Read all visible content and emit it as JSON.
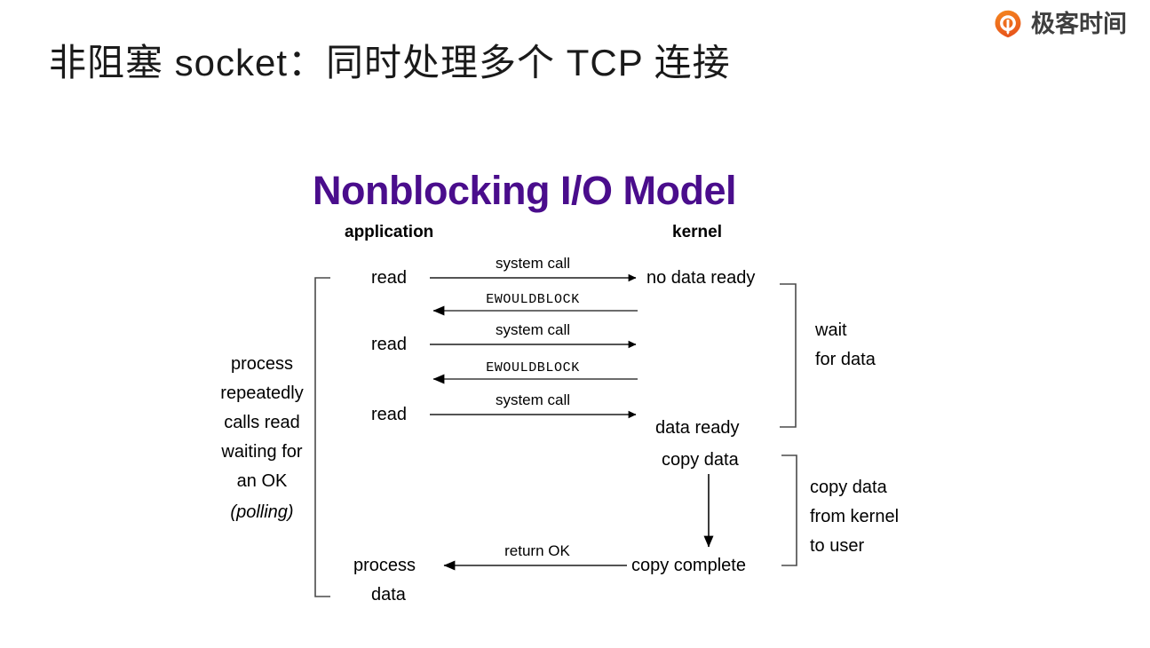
{
  "brand": {
    "mark_icon": "geekbang-logo-icon",
    "name": "极客时间",
    "accent_color": "#ee6a23",
    "text_color": "#3f3f3f"
  },
  "slide": {
    "title": "非阻塞 socket：同时处理多个 TCP 连接"
  },
  "diagram": {
    "title": "Nonblocking I/O Model",
    "title_color": "#4a0d8c",
    "columns": {
      "application": "application",
      "kernel": "kernel"
    },
    "left_note": {
      "lines": [
        "process",
        "repeatedly",
        "calls read",
        "waiting for",
        "an OK"
      ],
      "italic_line": "(polling)"
    },
    "calls": [
      {
        "caller": "read",
        "edge_label": "system call",
        "target": "no data ready"
      },
      {
        "caller": "read",
        "edge_label": "system call",
        "target": ""
      },
      {
        "caller": "read",
        "edge_label": "system call",
        "target": "data ready"
      }
    ],
    "returns": [
      {
        "label": "EWOULDBLOCK"
      },
      {
        "label": "EWOULDBLOCK"
      }
    ],
    "kernel_steps": {
      "no_data_ready": "no data ready",
      "data_ready": "data ready",
      "copy_data": "copy data",
      "copy_complete": "copy complete"
    },
    "final_return": {
      "edge_label": "return OK",
      "process_line1": "process",
      "process_line2": "data"
    },
    "brackets": {
      "wait_for_data": [
        "wait",
        "for data"
      ],
      "copy_from_kernel": [
        "copy data",
        "from kernel",
        "to user"
      ]
    }
  }
}
